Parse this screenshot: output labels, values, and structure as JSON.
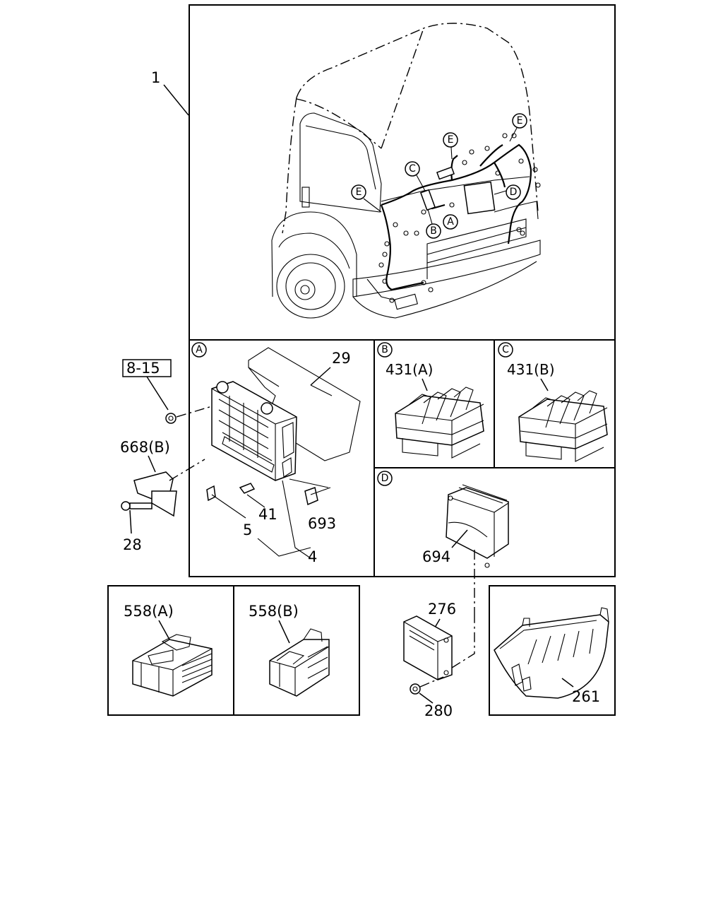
{
  "labels": {
    "harness": "1",
    "ref_box": "8-15",
    "fuse_box_cover": "29",
    "bracket": "668(B)",
    "bolt": "28",
    "fuse_5": "5",
    "fuse_41": "41",
    "fuse_4": "4",
    "relay_693": "693",
    "relay_431a": "431(A)",
    "relay_431b": "431(B)",
    "controller": "694",
    "connector_558a": "558(A)",
    "connector_558b": "558(B)",
    "module_276": "276",
    "nut_280": "280",
    "cover_261": "261"
  },
  "callouts": {
    "a": "A",
    "b": "B",
    "c": "C",
    "d": "D",
    "e": "E"
  }
}
